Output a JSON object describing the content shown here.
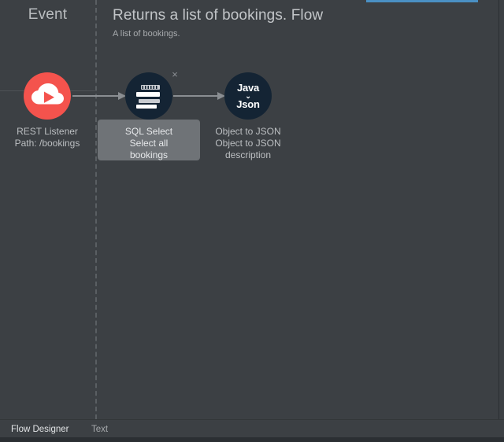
{
  "window": {
    "accent_color": "#4a90c4",
    "background_color": "#3c4044"
  },
  "canvas": {
    "source_column": {
      "label": "Event"
    },
    "flow_header": {
      "title": "Returns a list of bookings. Flow",
      "subtitle": "A list of bookings."
    },
    "nodes": [
      {
        "id": "rest-listener",
        "icon": "rest-listener-cloud-icon",
        "icon_color": "#f4534d",
        "label": "REST Listener\nPath: /bookings",
        "selected": false
      },
      {
        "id": "sql-select",
        "icon": "database-select-icon",
        "icon_color": "#142434",
        "label": "SQL Select\nSelect all\nbookings",
        "selected": true,
        "close_glyph": "×"
      },
      {
        "id": "object-to-json",
        "icon": "java-to-json-icon",
        "icon_color": "#142434",
        "icon_text_top": "Java",
        "icon_text_chevron": "⌄",
        "icon_text_bottom": "Json",
        "label": "Object to JSON\nObject to JSON\ndescription",
        "selected": false
      }
    ]
  },
  "tabbar": {
    "tabs": [
      {
        "id": "flow-designer",
        "label": "Flow Designer",
        "active": true
      },
      {
        "id": "text",
        "label": "Text",
        "active": false
      }
    ],
    "active_indicator_color": "#3d8fd6"
  }
}
